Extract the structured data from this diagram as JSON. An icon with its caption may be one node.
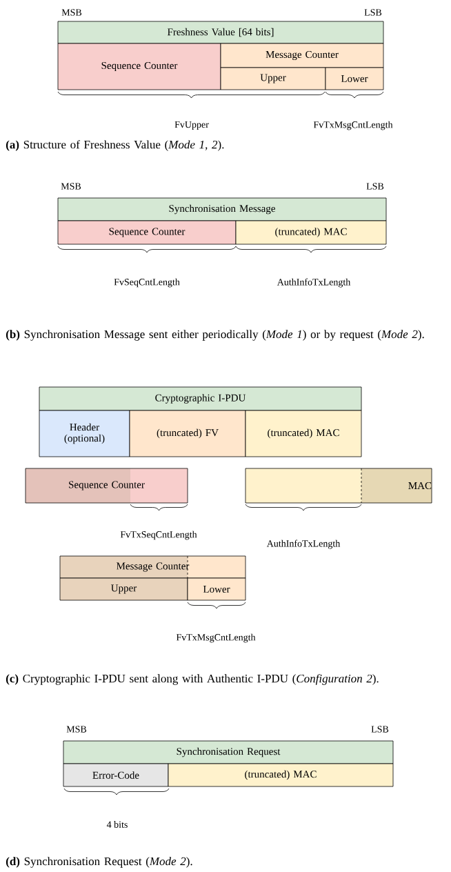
{
  "diagram": {
    "nodes": [
      {
        "text": [
          "Freshness Value [64 bits]"
        ]
      },
      {
        "text": [
          "Sequence Counter"
        ]
      },
      {
        "text": [
          "Message Counter"
        ]
      },
      {
        "text": [
          "Upper"
        ]
      },
      {
        "text": [
          "Lower"
        ]
      },
      {
        "text": [
          "Synchronisation Message"
        ]
      },
      {
        "text": [
          "Sequence Counter"
        ]
      },
      {
        "text": [
          "(truncated) MAC"
        ]
      },
      {
        "text": [
          "Cryptographic I-PDU"
        ]
      },
      {
        "text": [
          "Header (optional)"
        ]
      },
      {
        "text": [
          "(truncated) FV"
        ]
      },
      {
        "text": [
          "(truncated) MAC"
        ]
      },
      {
        "text": [
          "Sequence Counter"
        ]
      },
      {
        "text": [
          "MAC"
        ]
      },
      {
        "text": [
          "Message Counter"
        ]
      },
      {
        "text": [
          "Upper"
        ]
      },
      {
        "text": [
          "Lower"
        ]
      },
      {
        "text": [
          "Synchronisation Request"
        ]
      },
      {
        "text": [
          "Error-Code"
        ]
      },
      {
        "text": [
          "(truncated) MAC"
        ]
      }
    ],
    "labels": [
      "MSB",
      "LSB",
      "FvUpper",
      "FvTxMsgCntLength",
      "**(a)** Structure of Freshness Value (*Mode 1, 2*).",
      "MSB",
      "LSB",
      "FvSeqCntLength",
      "AuthInfoTxLength",
      "**(b)** Synchronisation Message sent either periodically (*Mode 1*) or by request (*Mode 2*).",
      "FvTxSeqCntLength",
      "AuthInfoTxLength",
      "FvTxMsgCntLength",
      "**(c)** Cryptographic I-PDU sent along with Authentic I-PDU (*Configuration 2*).",
      "MSB",
      "LSB",
      "4 bits",
      "**(d)** Synchronisation Request (*Mode 2*)."
    ]
  }
}
